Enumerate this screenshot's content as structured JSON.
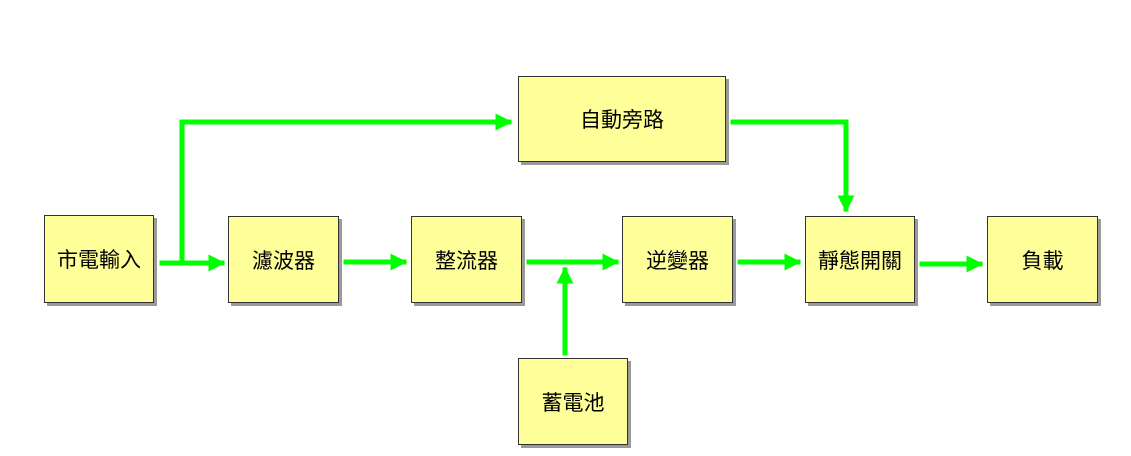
{
  "colors": {
    "box_fill": "#ffff99",
    "box_border": "#333333",
    "arrow": "#00ff00"
  },
  "nodes": {
    "mains_input": "市電輸入",
    "filter": "濾波器",
    "rectifier": "整流器",
    "inverter": "逆變器",
    "static_switch": "靜態開關",
    "load": "負載",
    "auto_bypass": "自動旁路",
    "battery": "蓄電池"
  }
}
